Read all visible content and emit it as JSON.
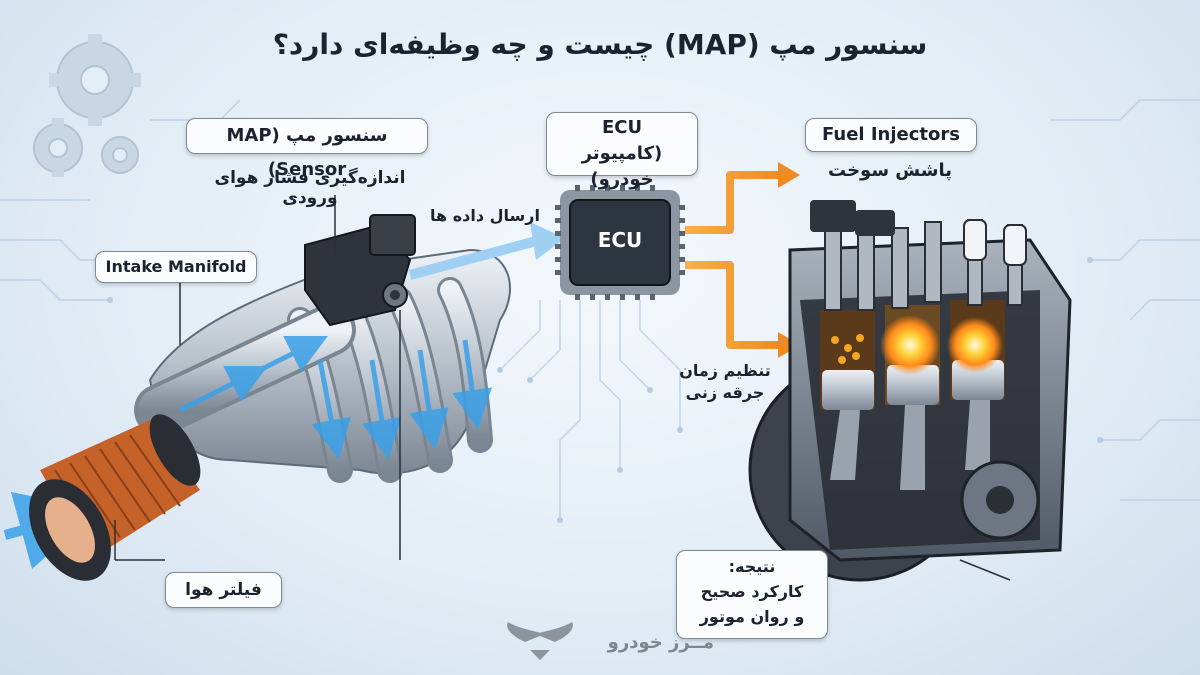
{
  "title": "سنسور مپ (MAP) چیست و چه وظیفه‌ای دارد؟",
  "labels": {
    "map_sensor_box": "سنسور مپ (MAP Sensor)",
    "map_sensor_desc": "اندازه‌گیری فشار هوای ورودی",
    "ecu_box_line1": "ECU",
    "ecu_box_line2": "(کامپیوتر خودرو)",
    "ecu_chip": "ECU",
    "send_data": "ارسال داده ها",
    "fuel_injectors": "Fuel Injectors",
    "fuel_spray": "پاشش سوخت",
    "intake_manifold": "Intake Manifold",
    "ignition_line1": "تنظیم زمان",
    "ignition_line2": "جرقه زنی",
    "result_line1": "نتیجه:",
    "result_line2": "کارکرد صحیح",
    "result_line3": "و روان موتور",
    "air_filter": "فیلتر هوا",
    "logo": "مــرز خودرو"
  },
  "colors": {
    "airflow": "#3aa0e8",
    "signal_arrow": "#f29a2e",
    "filter": "#c5622a",
    "chip": "#2c3540",
    "background": "#e3edf6"
  },
  "icons": [
    "gear-icon",
    "winged-logo-icon"
  ]
}
